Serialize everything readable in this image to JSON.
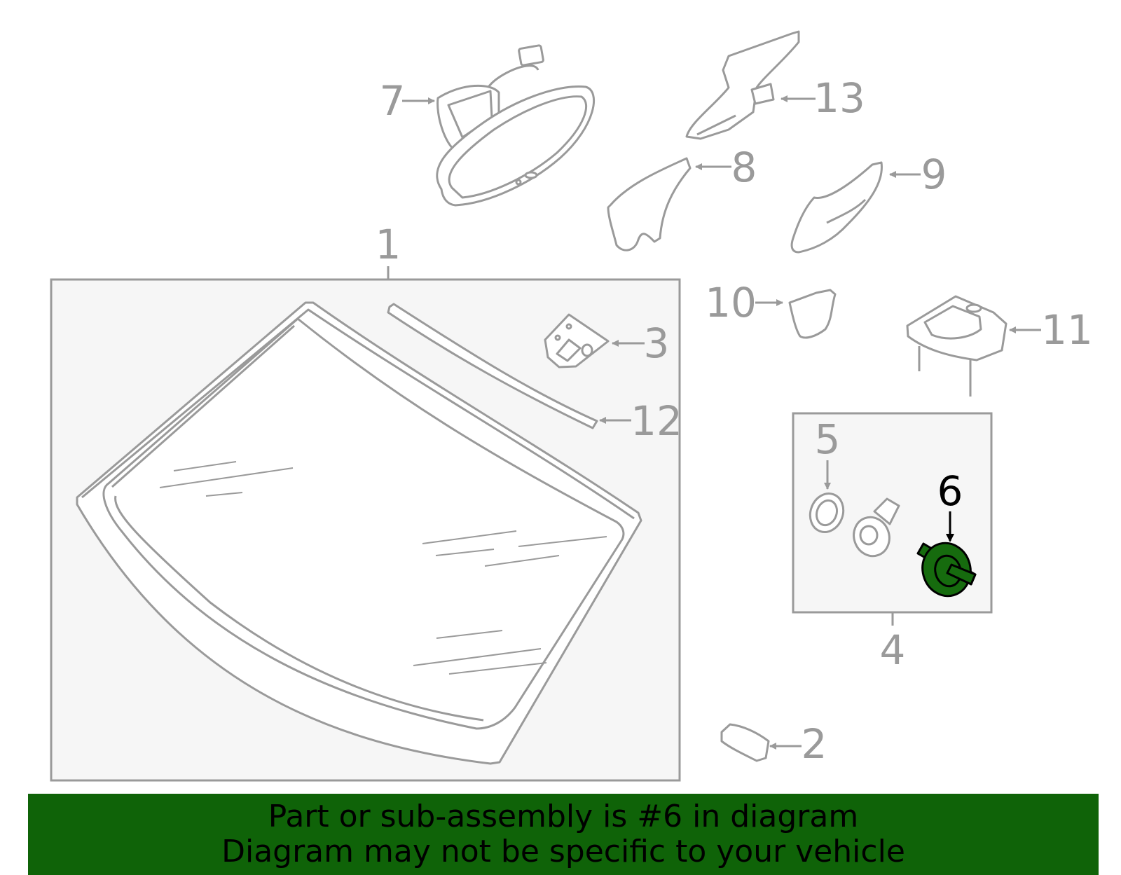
{
  "diagram": {
    "callouts": {
      "c1": "1",
      "c2": "2",
      "c3": "3",
      "c4": "4",
      "c5": "5",
      "c6": "6",
      "c7": "7",
      "c8": "8",
      "c9": "9",
      "c10": "10",
      "c11": "11",
      "c12": "12",
      "c13": "13"
    },
    "highlighted_part": "6",
    "colors": {
      "line": "#9a9a9a",
      "box_fill": "#f6f6f6",
      "highlight_fill": "#166b0e",
      "highlight_stroke": "#000000",
      "banner_bg": "#0f6308"
    }
  },
  "banner": {
    "line1": "Part or sub-assembly is #6 in diagram",
    "line2": "Diagram may not be specific to your vehicle"
  }
}
